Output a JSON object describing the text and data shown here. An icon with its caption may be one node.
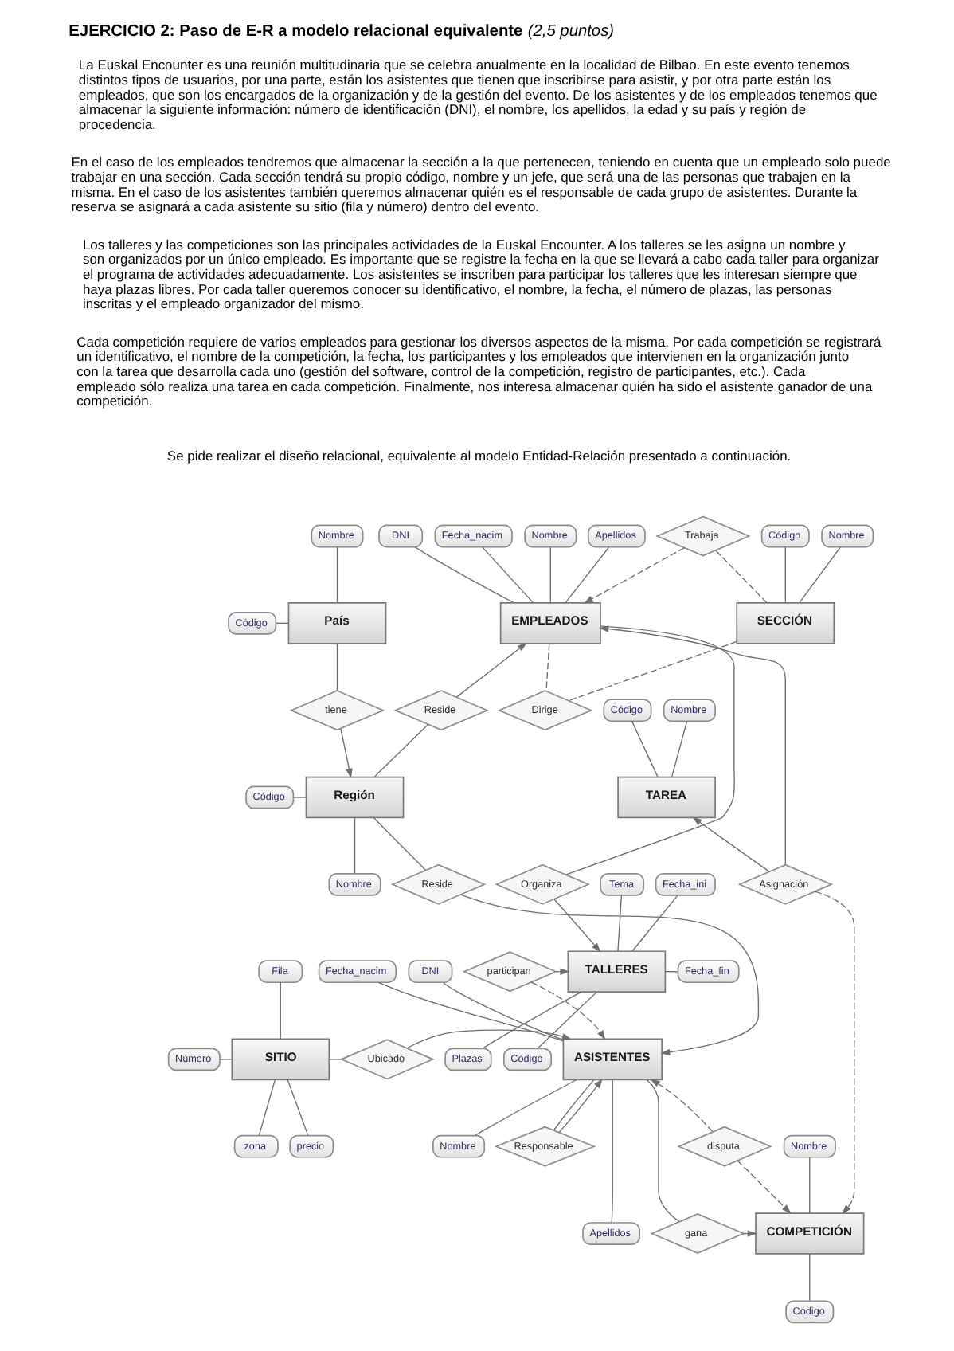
{
  "diagram": {
    "title": "**EJERCICIO 2: Paso de E-R a modelo relacional equivalente** *(2,5 puntos)*",
    "nodes": [
      {
        "text": [
          "País"
        ]
      },
      {
        "text": [
          "Nombre"
        ]
      },
      {
        "text": [
          "Código"
        ]
      },
      {
        "text": [
          "EMPLEADOS"
        ]
      },
      {
        "text": [
          "DNI"
        ]
      },
      {
        "text": [
          "Fecha_nacim"
        ]
      },
      {
        "text": [
          "Nombre"
        ]
      },
      {
        "text": [
          "Apellidos"
        ]
      },
      {
        "text": [
          "SECCIÓN"
        ]
      },
      {
        "text": [
          "Código"
        ]
      },
      {
        "text": [
          "Nombre"
        ]
      },
      {
        "text": [
          "Trabaja"
        ]
      },
      {
        "text": [
          "Dirige"
        ]
      },
      {
        "text": [
          "tiene"
        ]
      },
      {
        "text": [
          "Reside"
        ]
      },
      {
        "text": [
          "Región"
        ]
      },
      {
        "text": [
          "Código"
        ]
      },
      {
        "text": [
          "Nombre"
        ]
      },
      {
        "text": [
          "TAREA"
        ]
      },
      {
        "text": [
          "Código"
        ]
      },
      {
        "text": [
          "Nombre"
        ]
      },
      {
        "text": [
          "Asignación"
        ]
      },
      {
        "text": [
          "Reside"
        ]
      },
      {
        "text": [
          "ASISTENTES"
        ]
      },
      {
        "text": [
          "Fecha_nacim"
        ]
      },
      {
        "text": [
          "DNI"
        ]
      },
      {
        "text": [
          "Nombre"
        ]
      },
      {
        "text": [
          "Apellidos"
        ]
      },
      {
        "text": [
          "Organiza"
        ]
      },
      {
        "text": [
          "TALLERES"
        ]
      },
      {
        "text": [
          "Tema"
        ]
      },
      {
        "text": [
          "Fecha_ini"
        ]
      },
      {
        "text": [
          "Fecha_fin"
        ]
      },
      {
        "text": [
          "Plazas"
        ]
      },
      {
        "text": [
          "Código"
        ]
      },
      {
        "text": [
          "SITIO"
        ]
      },
      {
        "text": [
          "Fila"
        ]
      },
      {
        "text": [
          "Número"
        ]
      },
      {
        "text": [
          "zona"
        ]
      },
      {
        "text": [
          "precio"
        ]
      },
      {
        "text": [
          "Ubicado"
        ]
      },
      {
        "text": [
          "participan"
        ]
      },
      {
        "text": [
          "Responsable"
        ]
      },
      {
        "text": [
          "disputa"
        ]
      },
      {
        "text": [
          "gana"
        ]
      },
      {
        "text": [
          "COMPETICIÓN"
        ]
      },
      {
        "text": [
          "Nombre"
        ]
      },
      {
        "text": [
          "Código"
        ]
      }
    ],
    "edges": [
      {
        "from": 1,
        "to": 0,
        "arrow": "none"
      },
      {
        "from": 2,
        "to": 0,
        "arrow": "none"
      },
      {
        "from": 4,
        "to": 3,
        "arrow": "none"
      },
      {
        "from": 5,
        "to": 3,
        "arrow": "none"
      },
      {
        "from": 6,
        "to": 3,
        "arrow": "none"
      },
      {
        "from": 7,
        "to": 3,
        "arrow": "none"
      },
      {
        "from": 9,
        "to": 8,
        "arrow": "none"
      },
      {
        "from": 10,
        "to": 8,
        "arrow": "none"
      },
      {
        "from": 11,
        "to": 3,
        "arrow": "to",
        "style": "dashed"
      },
      {
        "from": 11,
        "to": 8,
        "arrow": "none",
        "style": "dashed"
      },
      {
        "from": 3,
        "to": 12,
        "arrow": "none",
        "style": "dashed"
      },
      {
        "from": 8,
        "to": 12,
        "arrow": "none",
        "style": "dashed"
      },
      {
        "from": 0,
        "to": 13,
        "arrow": "none"
      },
      {
        "from": 13,
        "to": 15,
        "arrow": "to"
      },
      {
        "from": 14,
        "to": 3,
        "arrow": "to"
      },
      {
        "from": 14,
        "to": 15,
        "arrow": "none"
      },
      {
        "from": 16,
        "to": 15,
        "arrow": "none"
      },
      {
        "from": 15,
        "to": 17,
        "arrow": "none"
      },
      {
        "from": 19,
        "to": 18,
        "arrow": "none"
      },
      {
        "from": 20,
        "to": 18,
        "arrow": "none"
      },
      {
        "from": 21,
        "to": 18,
        "arrow": "to"
      },
      {
        "from": 21,
        "to": 3,
        "arrow": "to"
      },
      {
        "from": 21,
        "to": 45,
        "arrow": "to",
        "style": "dashed"
      },
      {
        "from": 15,
        "to": 22,
        "arrow": "none"
      },
      {
        "from": 22,
        "to": 23,
        "arrow": "to"
      },
      {
        "from": 3,
        "to": 28,
        "arrow": "none"
      },
      {
        "from": 28,
        "to": 29,
        "arrow": "to"
      },
      {
        "from": 24,
        "to": 23,
        "arrow": "none"
      },
      {
        "from": 25,
        "to": 23,
        "arrow": "none"
      },
      {
        "from": 23,
        "to": 26,
        "arrow": "none"
      },
      {
        "from": 23,
        "to": 27,
        "arrow": "none"
      },
      {
        "from": 30,
        "to": 29,
        "arrow": "none"
      },
      {
        "from": 31,
        "to": 29,
        "arrow": "none"
      },
      {
        "from": 29,
        "to": 32,
        "arrow": "none"
      },
      {
        "from": 29,
        "to": 33,
        "arrow": "none"
      },
      {
        "from": 29,
        "to": 34,
        "arrow": "none"
      },
      {
        "from": 36,
        "to": 35,
        "arrow": "none"
      },
      {
        "from": 37,
        "to": 35,
        "arrow": "none"
      },
      {
        "from": 35,
        "to": 38,
        "arrow": "none"
      },
      {
        "from": 35,
        "to": 39,
        "arrow": "none"
      },
      {
        "from": 35,
        "to": 40,
        "arrow": "none"
      },
      {
        "from": 40,
        "to": 23,
        "arrow": "to"
      },
      {
        "from": 41,
        "to": 23,
        "arrow": "to",
        "style": "dashed"
      },
      {
        "from": 41,
        "to": 29,
        "arrow": "to",
        "style": "dashed"
      },
      {
        "from": 23,
        "to": 42,
        "arrow": "none"
      },
      {
        "from": 42,
        "to": 23,
        "arrow": "to"
      },
      {
        "from": 43,
        "to": 23,
        "arrow": "to",
        "style": "dashed"
      },
      {
        "from": 43,
        "to": 45,
        "arrow": "to",
        "style": "dashed"
      },
      {
        "from": 23,
        "to": 44,
        "arrow": "none"
      },
      {
        "from": 44,
        "to": 45,
        "arrow": "to",
        "style": "dashed"
      },
      {
        "from": 46,
        "to": 45,
        "arrow": "none"
      },
      {
        "from": 45,
        "to": 47,
        "arrow": "none"
      }
    ],
    "labels": [
      "La Euskal Encounter es una reunión multitudinaria que se celebra anualmente en la localidad de Bilbao. En este evento tenemos distintos tipos de usuarios, por una parte, están los asistentes que tienen que inscribirse para asistir, y por otra parte están los empleados, que son los encargados de la organización y de la gestión del evento. De los asistentes y de los empleados tenemos que almacenar la siguiente información: número de identificación (DNI), el nombre, los apellidos, la edad y su país y región de procedencia.",
      "En el caso de los empleados tendremos que almacenar la sección a la que pertenecen, teniendo en cuenta que un empleado solo puede trabajar en una sección. Cada sección tendrá su propio código, nombre y un jefe, que será una de las personas que trabajen en la misma. En el caso de los asistentes también queremos almacenar quién es el responsable de cada grupo de asistentes. Durante la reserva se asignará a cada asistente su sitio (fila y número) dentro del evento.",
      "Los talleres y las competiciones son las principales actividades de la Euskal Encounter. A los talleres se les asigna un nombre y son organizados por un único empleado. Es importante que se registre la fecha en la que se llevará a cabo cada taller para organizar el programa de actividades adecuadamente. Los asistentes se inscriben para participar los talleres que les interesan siempre que haya plazas libres. Por cada taller queremos conocer su identificativo, el nombre, la fecha, el número de plazas, las personas inscritas y el empleado organizador del mismo.",
      "Cada competición requiere de varios empleados para gestionar los diversos aspectos de la misma. Por cada competición se registrará un identificativo, el nombre de la competición, la fecha, los participantes y los empleados que intervienen en la organización junto con la tarea que desarrolla cada uno (gestión del software, control de la competición, registro de participantes, etc.). Cada empleado sólo realiza una tarea en cada competición. Finalmente, nos interesa almacenar quién ha sido el asistente ganador de una competición.",
      "Se pide realizar el diseño relacional, equivalente al modelo Entidad-Relación presentado a continuación."
    ]
  }
}
